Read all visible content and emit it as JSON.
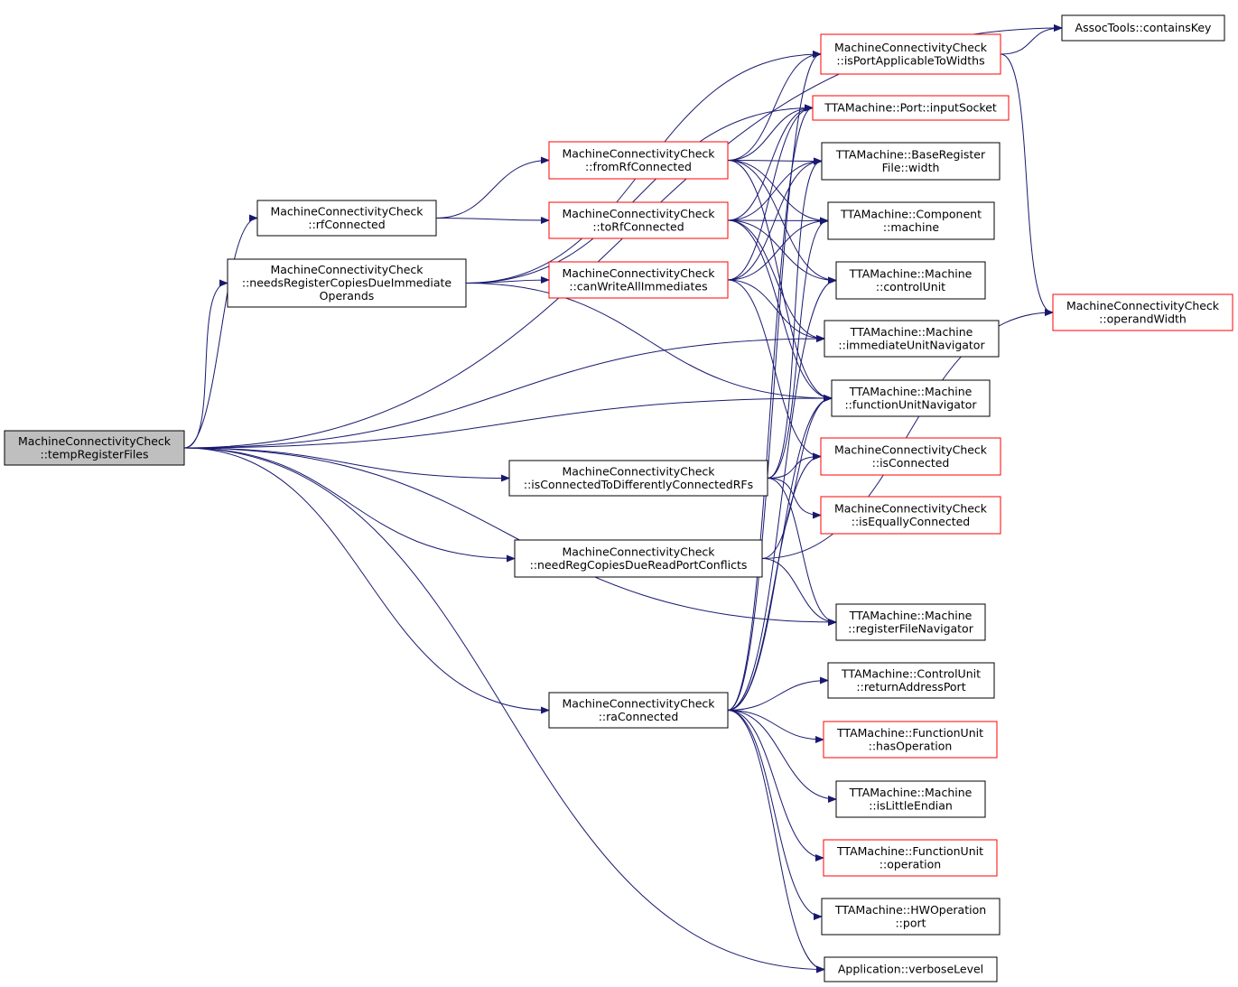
{
  "colors": {
    "edge": "#191970",
    "node_border_default": "#000000",
    "node_border_truncated": "#ff0000",
    "node_fill_focus": "#bfbfbf",
    "node_fill_default": "#ffffff"
  },
  "nodes": [
    {
      "id": "tempRegisterFiles",
      "lines": [
        "MachineConnectivityCheck",
        "::tempRegisterFiles"
      ],
      "style": "focus"
    },
    {
      "id": "rfConnected",
      "lines": [
        "MachineConnectivityCheck",
        "::rfConnected"
      ],
      "style": "default"
    },
    {
      "id": "needsRegisterCopiesDueImmediateOperands",
      "lines": [
        "MachineConnectivityCheck",
        "::needsRegisterCopiesDueImmediate",
        "Operands"
      ],
      "style": "default"
    },
    {
      "id": "isConnectedToDifferentlyConnectedRFs",
      "lines": [
        "MachineConnectivityCheck",
        "::isConnectedToDifferentlyConnectedRFs"
      ],
      "style": "default"
    },
    {
      "id": "needRegCopiesDueReadPortConflicts",
      "lines": [
        "MachineConnectivityCheck",
        "::needRegCopiesDueReadPortConflicts"
      ],
      "style": "default"
    },
    {
      "id": "raConnected",
      "lines": [
        "MachineConnectivityCheck",
        "::raConnected"
      ],
      "style": "default"
    },
    {
      "id": "fromRfConnected",
      "lines": [
        "MachineConnectivityCheck",
        "::fromRfConnected"
      ],
      "style": "truncated"
    },
    {
      "id": "toRfConnected",
      "lines": [
        "MachineConnectivityCheck",
        "::toRfConnected"
      ],
      "style": "truncated"
    },
    {
      "id": "canWriteAllImmediates",
      "lines": [
        "MachineConnectivityCheck",
        "::canWriteAllImmediates"
      ],
      "style": "truncated"
    },
    {
      "id": "isPortApplicableToWidths",
      "lines": [
        "MachineConnectivityCheck",
        "::isPortApplicableToWidths"
      ],
      "style": "truncated"
    },
    {
      "id": "inputSocket",
      "lines": [
        "TTAMachine::Port::inputSocket"
      ],
      "style": "truncated"
    },
    {
      "id": "bwidth",
      "lines": [
        "TTAMachine::BaseRegister",
        "File::width"
      ],
      "style": "default"
    },
    {
      "id": "cmachine",
      "lines": [
        "TTAMachine::Component",
        "::machine"
      ],
      "style": "default"
    },
    {
      "id": "controlUnit",
      "lines": [
        "TTAMachine::Machine",
        "::controlUnit"
      ],
      "style": "default"
    },
    {
      "id": "immediateUnitNavigator",
      "lines": [
        "TTAMachine::Machine",
        "::immediateUnitNavigator"
      ],
      "style": "default"
    },
    {
      "id": "functionUnitNavigator",
      "lines": [
        "TTAMachine::Machine",
        "::functionUnitNavigator"
      ],
      "style": "default"
    },
    {
      "id": "isConnected",
      "lines": [
        "MachineConnectivityCheck",
        "::isConnected"
      ],
      "style": "truncated"
    },
    {
      "id": "isEquallyConnected",
      "lines": [
        "MachineConnectivityCheck",
        "::isEquallyConnected"
      ],
      "style": "truncated"
    },
    {
      "id": "registerFileNavigator",
      "lines": [
        "TTAMachine::Machine",
        "::registerFileNavigator"
      ],
      "style": "default"
    },
    {
      "id": "returnAddressPort",
      "lines": [
        "TTAMachine::ControlUnit",
        "::returnAddressPort"
      ],
      "style": "default"
    },
    {
      "id": "hasOperation",
      "lines": [
        "TTAMachine::FunctionUnit",
        "::hasOperation"
      ],
      "style": "truncated"
    },
    {
      "id": "isLittleEndian",
      "lines": [
        "TTAMachine::Machine",
        "::isLittleEndian"
      ],
      "style": "default"
    },
    {
      "id": "fuoperation",
      "lines": [
        "TTAMachine::FunctionUnit",
        "::operation"
      ],
      "style": "truncated"
    },
    {
      "id": "hwport",
      "lines": [
        "TTAMachine::HWOperation",
        "::port"
      ],
      "style": "default"
    },
    {
      "id": "verboseLevel",
      "lines": [
        "Application::verboseLevel"
      ],
      "style": "default"
    },
    {
      "id": "containsKey",
      "lines": [
        "AssocTools::containsKey"
      ],
      "style": "default"
    },
    {
      "id": "operandWidth",
      "lines": [
        "MachineConnectivityCheck",
        "::operandWidth"
      ],
      "style": "truncated"
    }
  ],
  "edges": [
    [
      "tempRegisterFiles",
      "rfConnected"
    ],
    [
      "tempRegisterFiles",
      "needsRegisterCopiesDueImmediateOperands"
    ],
    [
      "tempRegisterFiles",
      "isConnectedToDifferentlyConnectedRFs"
    ],
    [
      "tempRegisterFiles",
      "needRegCopiesDueReadPortConflicts"
    ],
    [
      "tempRegisterFiles",
      "raConnected"
    ],
    [
      "tempRegisterFiles",
      "containsKey"
    ],
    [
      "tempRegisterFiles",
      "immediateUnitNavigator"
    ],
    [
      "tempRegisterFiles",
      "functionUnitNavigator"
    ],
    [
      "tempRegisterFiles",
      "registerFileNavigator"
    ],
    [
      "tempRegisterFiles",
      "verboseLevel"
    ],
    [
      "rfConnected",
      "fromRfConnected"
    ],
    [
      "rfConnected",
      "toRfConnected"
    ],
    [
      "needsRegisterCopiesDueImmediateOperands",
      "canWriteAllImmediates"
    ],
    [
      "needsRegisterCopiesDueImmediateOperands",
      "isPortApplicableToWidths"
    ],
    [
      "needsRegisterCopiesDueImmediateOperands",
      "inputSocket"
    ],
    [
      "needsRegisterCopiesDueImmediateOperands",
      "functionUnitNavigator"
    ],
    [
      "fromRfConnected",
      "isPortApplicableToWidths"
    ],
    [
      "fromRfConnected",
      "inputSocket"
    ],
    [
      "fromRfConnected",
      "bwidth"
    ],
    [
      "fromRfConnected",
      "cmachine"
    ],
    [
      "fromRfConnected",
      "controlUnit"
    ],
    [
      "fromRfConnected",
      "functionUnitNavigator"
    ],
    [
      "toRfConnected",
      "inputSocket"
    ],
    [
      "toRfConnected",
      "bwidth"
    ],
    [
      "toRfConnected",
      "cmachine"
    ],
    [
      "toRfConnected",
      "controlUnit"
    ],
    [
      "toRfConnected",
      "immediateUnitNavigator"
    ],
    [
      "toRfConnected",
      "functionUnitNavigator"
    ],
    [
      "canWriteAllImmediates",
      "inputSocket"
    ],
    [
      "canWriteAllImmediates",
      "bwidth"
    ],
    [
      "canWriteAllImmediates",
      "cmachine"
    ],
    [
      "canWriteAllImmediates",
      "immediateUnitNavigator"
    ],
    [
      "canWriteAllImmediates",
      "isConnected"
    ],
    [
      "isPortApplicableToWidths",
      "containsKey"
    ],
    [
      "isPortApplicableToWidths",
      "operandWidth"
    ],
    [
      "isConnectedToDifferentlyConnectedRFs",
      "isConnected"
    ],
    [
      "isConnectedToDifferentlyConnectedRFs",
      "isEquallyConnected"
    ],
    [
      "isConnectedToDifferentlyConnectedRFs",
      "registerFileNavigator"
    ],
    [
      "isConnectedToDifferentlyConnectedRFs",
      "cmachine"
    ],
    [
      "isConnectedToDifferentlyConnectedRFs",
      "bwidth"
    ],
    [
      "needRegCopiesDueReadPortConflicts",
      "functionUnitNavigator"
    ],
    [
      "needRegCopiesDueReadPortConflicts",
      "registerFileNavigator"
    ],
    [
      "needRegCopiesDueReadPortConflicts",
      "operandWidth"
    ],
    [
      "raConnected",
      "returnAddressPort"
    ],
    [
      "raConnected",
      "hasOperation"
    ],
    [
      "raConnected",
      "isLittleEndian"
    ],
    [
      "raConnected",
      "fuoperation"
    ],
    [
      "raConnected",
      "hwport"
    ],
    [
      "raConnected",
      "verboseLevel"
    ],
    [
      "raConnected",
      "isPortApplicableToWidths"
    ],
    [
      "raConnected",
      "inputSocket"
    ],
    [
      "raConnected",
      "isConnected"
    ],
    [
      "raConnected",
      "functionUnitNavigator"
    ],
    [
      "raConnected",
      "controlUnit"
    ]
  ]
}
